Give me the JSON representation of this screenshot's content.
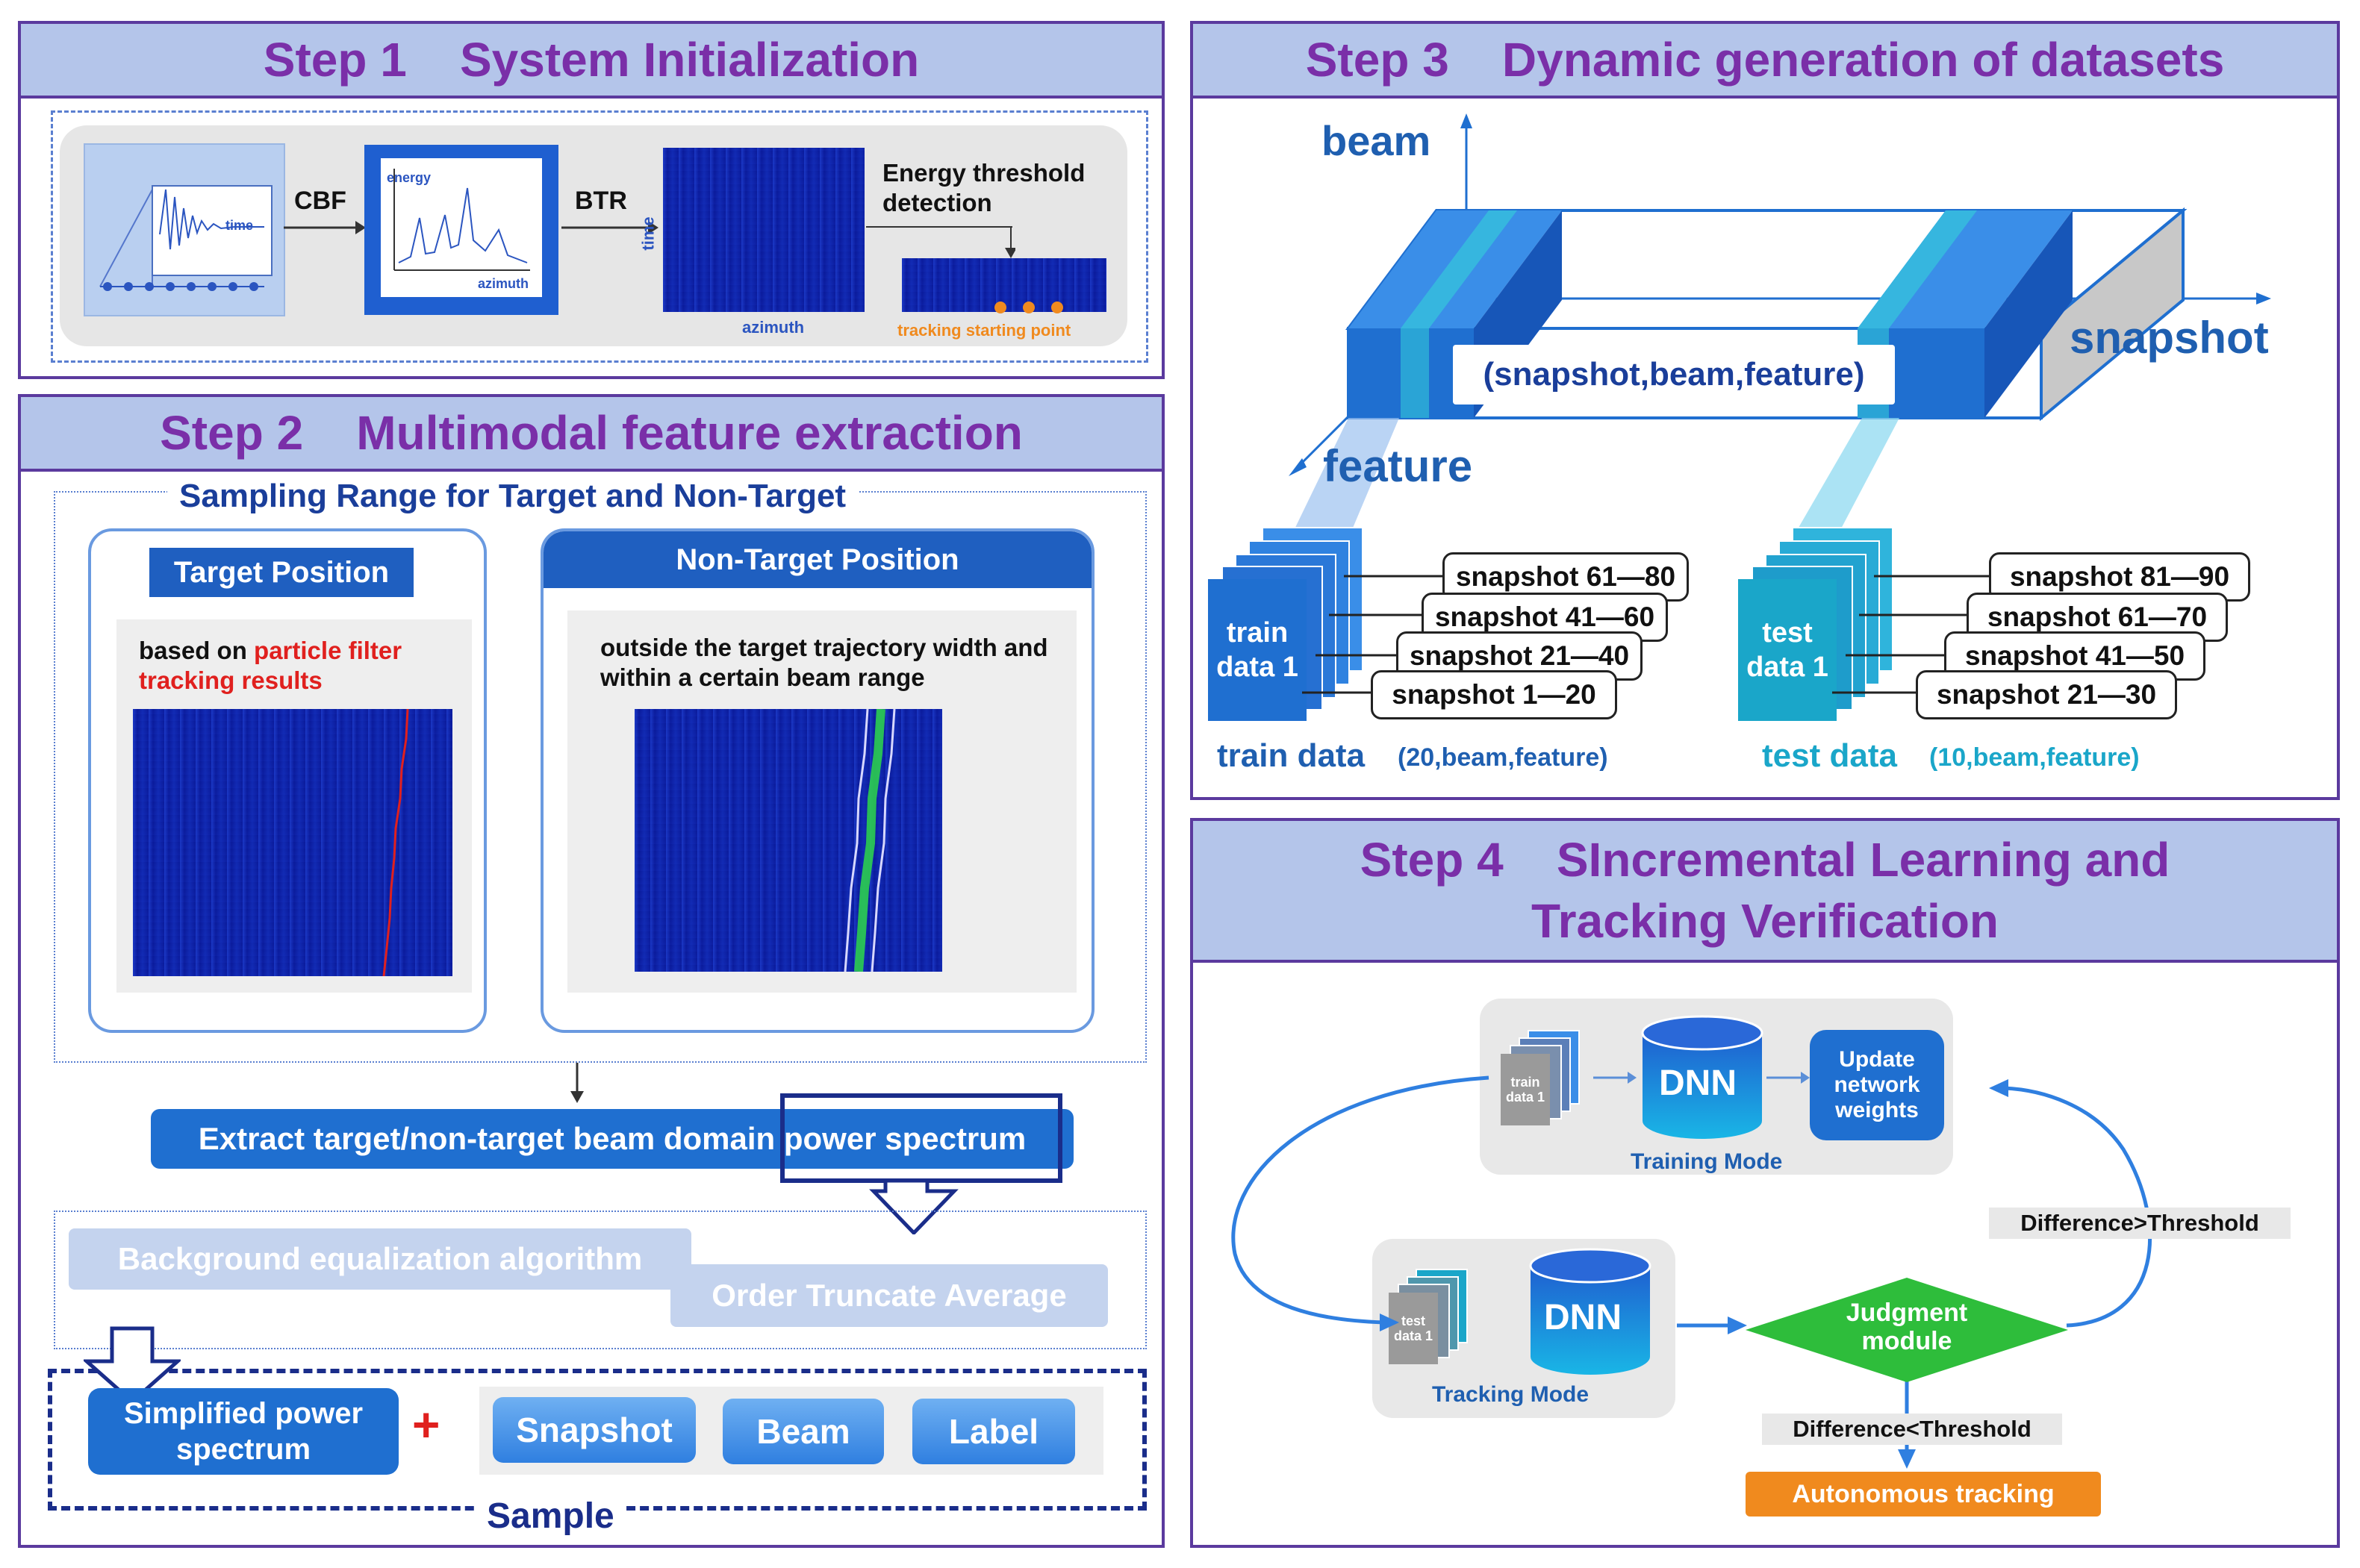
{
  "step1": {
    "title": "Step 1    System Initialization",
    "cbf": "CBF",
    "btr": "BTR",
    "time_small": "time",
    "energy": "energy",
    "azimuth_small": "azimuth",
    "time_axis": "time",
    "azimuth_axis": "azimuth",
    "energy_detect": "Energy threshold detection",
    "tracking_start": "tracking starting point"
  },
  "step2": {
    "title": "Step 2    Multimodal feature extraction",
    "sampling_title": "Sampling Range for Target and Non-Target",
    "target_pos": "Target Position",
    "nontarget_pos": "Non-Target Position",
    "based_on": "based on ",
    "particle": "particle filter",
    "tracking_results": "tracking results",
    "outside": "outside the target trajectory width and within a certain beam range",
    "extract": "Extract target/non-target beam domain power  spectrum",
    "bg_eq": "Background equalization algorithm",
    "order_trunc": "Order Truncate Average",
    "simplified": "Simplified power spectrum",
    "plus": "+",
    "snapshot": "Snapshot",
    "beam": "Beam",
    "label": "Label",
    "sample": "Sample"
  },
  "step3": {
    "title": "Step 3    Dynamic generation of datasets",
    "beam_axis": "beam",
    "snapshot_axis": "snapshot",
    "feature_axis": "feature",
    "tuple": "(snapshot,beam,feature)",
    "train_stack": "train data 1",
    "test_stack": "test data 1",
    "train_snaps": [
      "snapshot 61—80",
      "snapshot 41—60",
      "snapshot 21—40",
      "snapshot 1—20"
    ],
    "test_snaps": [
      "snapshot 81—90",
      "snapshot 61—70",
      "snapshot 41—50",
      "snapshot 21—30"
    ],
    "train_label": "train data",
    "train_dims": "(20,beam,feature)",
    "test_label": "test data",
    "test_dims": "(10,beam,feature)"
  },
  "step4": {
    "title_line1": "Step 4    SIncremental Learning and",
    "title_line2": "Tracking Verification",
    "dnn": "DNN",
    "update": "Update network weights",
    "training_mode": "Training Mode",
    "tracking_mode": "Tracking Mode",
    "train_mini": "train data 1",
    "test_mini": "test data 1",
    "judgment": "Judgment module",
    "diff_gt": "Difference>Threshold",
    "diff_lt": "Difference<Threshold",
    "autonomous": "Autonomous tracking"
  },
  "colors": {
    "header_bg": "#b4c5ea",
    "header_text": "#7a2fa8",
    "border": "#5b3a9e",
    "primary_blue": "#1f6fd0",
    "teal": "#1aa6c9",
    "green": "#2ebd3b",
    "orange": "#f08a1e"
  }
}
